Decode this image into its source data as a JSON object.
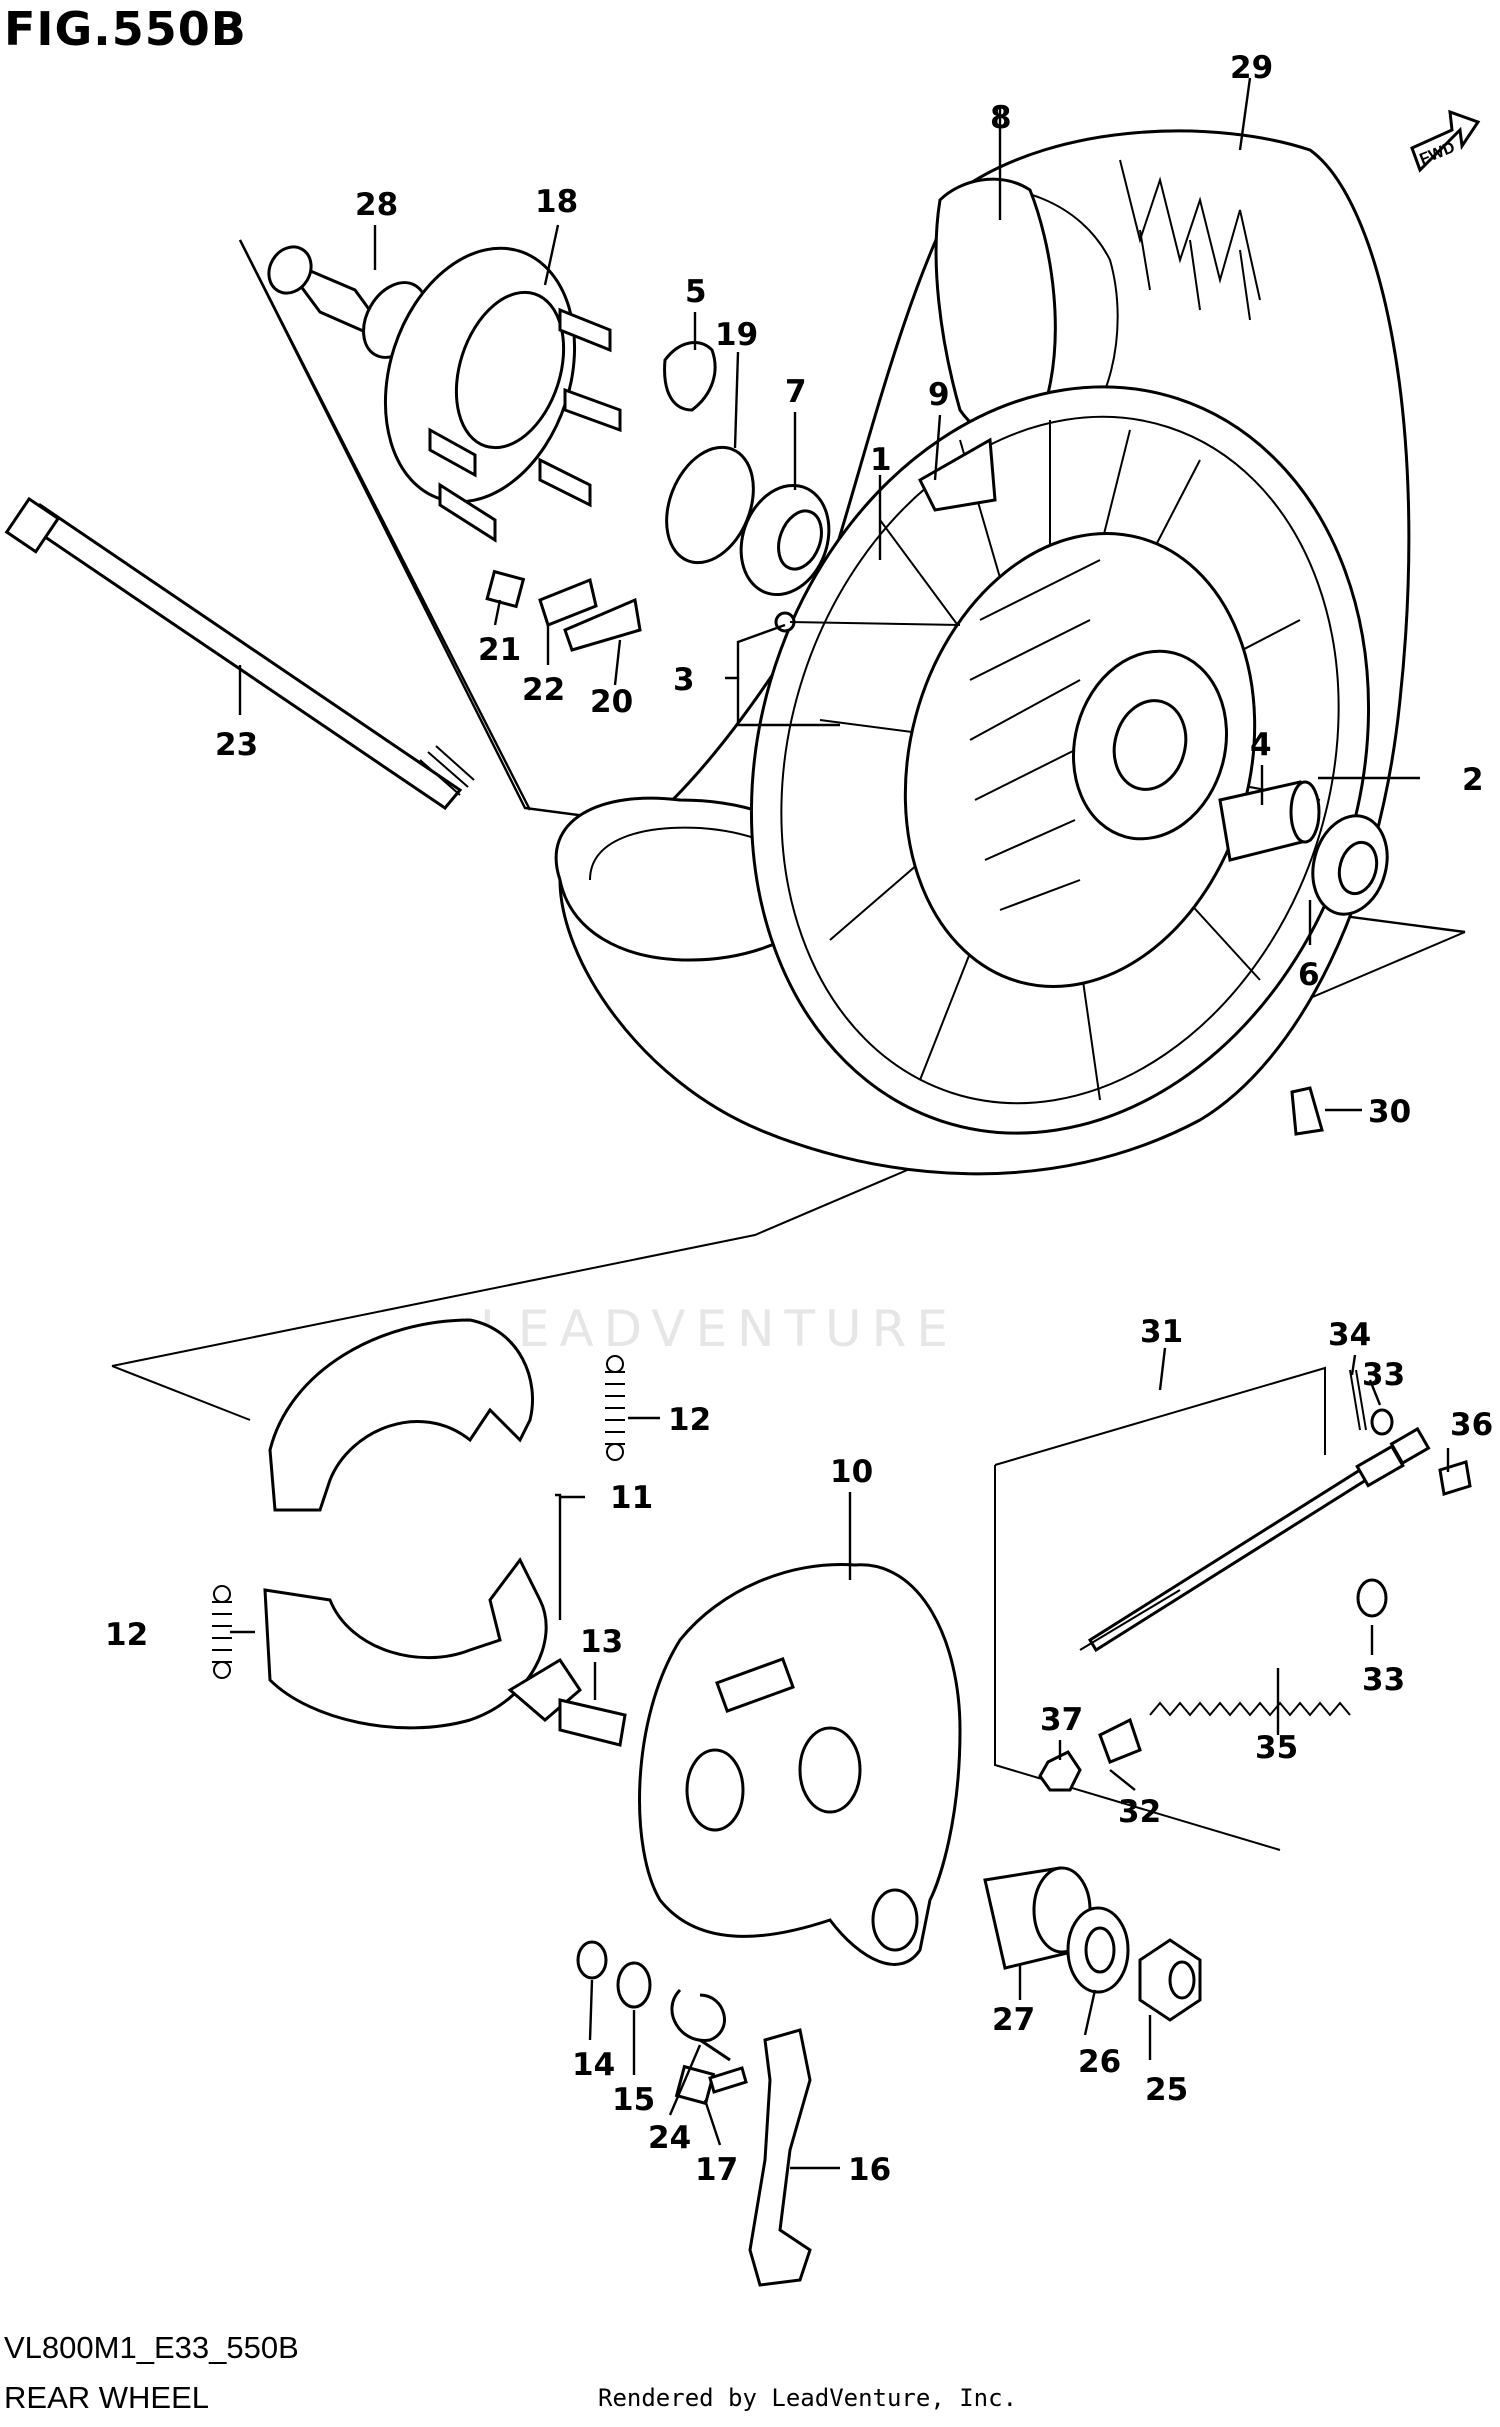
{
  "header": {
    "figure_title": "FIG.550B"
  },
  "footer": {
    "diagram_code": "VL800M1_E33_550B",
    "diagram_name": "REAR WHEEL",
    "render_credit": "Rendered by LeadVenture, Inc."
  },
  "watermark": {
    "text": "LEADVENTURE"
  },
  "fwd_arrow": {
    "label": "FWD"
  },
  "callouts": [
    {
      "id": "c1",
      "label": "1"
    },
    {
      "id": "c2",
      "label": "2"
    },
    {
      "id": "c3",
      "label": "3"
    },
    {
      "id": "c4",
      "label": "4"
    },
    {
      "id": "c5",
      "label": "5"
    },
    {
      "id": "c6",
      "label": "6"
    },
    {
      "id": "c7",
      "label": "7"
    },
    {
      "id": "c8",
      "label": "8"
    },
    {
      "id": "c9",
      "label": "9"
    },
    {
      "id": "c10",
      "label": "10"
    },
    {
      "id": "c11",
      "label": "11"
    },
    {
      "id": "c12a",
      "label": "12"
    },
    {
      "id": "c12b",
      "label": "12"
    },
    {
      "id": "c13",
      "label": "13"
    },
    {
      "id": "c14",
      "label": "14"
    },
    {
      "id": "c15",
      "label": "15"
    },
    {
      "id": "c16",
      "label": "16"
    },
    {
      "id": "c17",
      "label": "17"
    },
    {
      "id": "c18",
      "label": "18"
    },
    {
      "id": "c19",
      "label": "19"
    },
    {
      "id": "c20",
      "label": "20"
    },
    {
      "id": "c21",
      "label": "21"
    },
    {
      "id": "c22",
      "label": "22"
    },
    {
      "id": "c23",
      "label": "23"
    },
    {
      "id": "c24",
      "label": "24"
    },
    {
      "id": "c25",
      "label": "25"
    },
    {
      "id": "c26",
      "label": "26"
    },
    {
      "id": "c27",
      "label": "27"
    },
    {
      "id": "c28",
      "label": "28"
    },
    {
      "id": "c29",
      "label": "29"
    },
    {
      "id": "c30",
      "label": "30"
    },
    {
      "id": "c31",
      "label": "31"
    },
    {
      "id": "c32",
      "label": "32"
    },
    {
      "id": "c33a",
      "label": "33"
    },
    {
      "id": "c33b",
      "label": "33"
    },
    {
      "id": "c34",
      "label": "34"
    },
    {
      "id": "c35",
      "label": "35"
    },
    {
      "id": "c36",
      "label": "36"
    },
    {
      "id": "c37",
      "label": "37"
    }
  ]
}
